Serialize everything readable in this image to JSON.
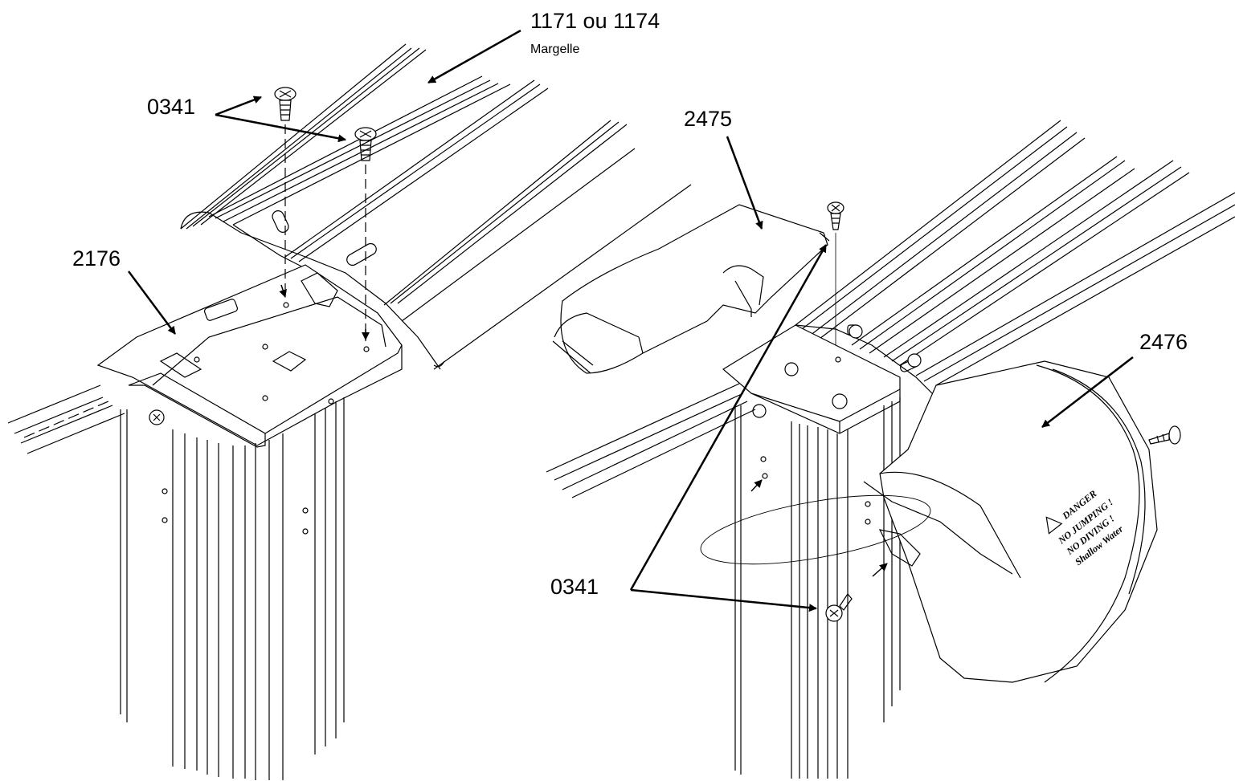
{
  "labels": {
    "part_1171": "1171 ou 1174",
    "part_1171_sub": "Margelle",
    "screw_top": "0341",
    "part_2176": "2176",
    "part_2475": "2475",
    "part_2476": "2476",
    "screw_bottom": "0341"
  },
  "warning": {
    "line1": "DANGER",
    "line2": "NO JUMPING !",
    "line3": "NO DIVING !",
    "line4": "Shallow Water"
  },
  "colors": {
    "line": "#000000",
    "background": "#ffffff",
    "shade": "#e8e8e8"
  }
}
